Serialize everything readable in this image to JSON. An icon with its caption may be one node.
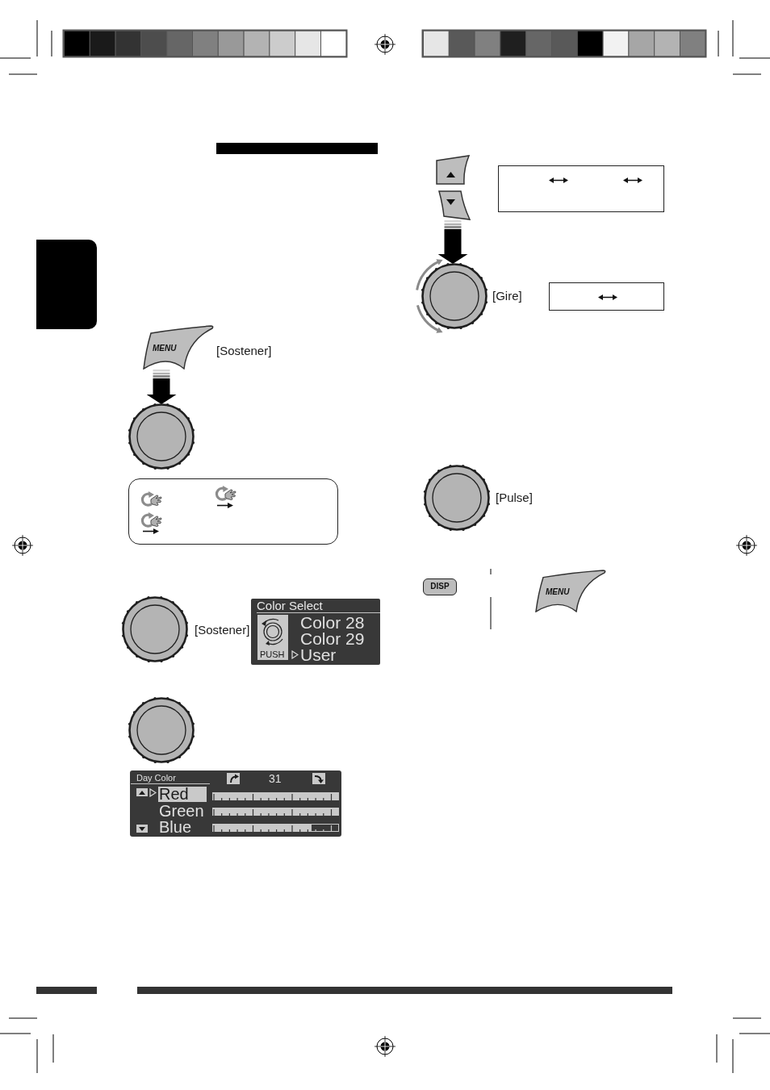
{
  "diagram": {
    "nodes": [
      {
        "text": [],
        "shape": "bar"
      },
      {
        "text": [],
        "shape": "tab"
      },
      {
        "text": [
          "MENU"
        ],
        "beside": [
          "[Sostener]"
        ]
      },
      {
        "text": [],
        "shape": "circle"
      },
      {
        "text": [],
        "shape": "box"
      },
      {
        "text": [],
        "shape": "circle",
        "beside": [
          "[Sostener]"
        ]
      },
      {
        "text": [
          "Color Select",
          "Color 28",
          "Color 29",
          "PUSH",
          "User"
        ]
      },
      {
        "text": [],
        "shape": "circle"
      },
      {
        "text": [
          "Day Color",
          "31",
          "Red",
          "Green",
          "Blue"
        ]
      },
      {
        "text": [],
        "shape": "button"
      },
      {
        "text": [],
        "shape": "box"
      },
      {
        "text": [],
        "shape": "button"
      },
      {
        "text": [],
        "shape": "circle",
        "beside": [
          "[Gire]"
        ]
      },
      {
        "text": [],
        "shape": "box"
      },
      {
        "text": [],
        "shape": "circle",
        "beside": [
          "[Pulse]"
        ]
      },
      {
        "text": [
          "DISP"
        ]
      },
      {
        "text": [
          "MENU"
        ]
      }
    ],
    "edges": [
      {
        "from": 2,
        "to": 3,
        "arrow": "to"
      },
      {
        "from": 11,
        "to": 12,
        "arrow": "to"
      }
    ]
  }
}
